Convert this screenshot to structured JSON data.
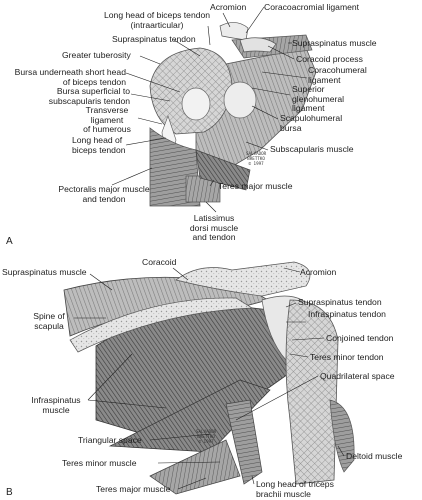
{
  "panel_a": {
    "letter": "A",
    "labels": {
      "acromion": "Acromion",
      "coracoacromial_ligament": "Coracoacromial ligament",
      "long_head_biceps_tendon_intraarticular": "Long head of biceps tendon\n(intraarticular)",
      "supraspinatus_muscle": "Supraspinatus muscle",
      "supraspinatus_tendon": "Supraspinatus tendon",
      "coracoid_process": "Coracoid process",
      "greater_tuberosity": "Greater tuberosity",
      "coracohumeral_ligament": "Coracohumeral\nligament",
      "bursa_underneath_short_head": "Bursa underneath short head\nof biceps tendon",
      "bursa_superficial_subscapularis": "Bursa superficial to\nsubscapularis tendon",
      "superior_glenohumeral_ligament": "Superior\nglenohumeral\nligament",
      "transverse_ligament": "Transverse\nligament\nof humerous",
      "scapulohumeral_bursa": "Scapulohumeral\nbursa",
      "long_head_biceps_tendon": "Long head of\nbiceps tendon",
      "subscapularis_muscle": "Subscapularis muscle",
      "pectoralis_major": "Pectoralis major muscle\nand tendon",
      "teres_major_muscle": "Teres major muscle",
      "latissimus_dorsi": "Latissimus\ndorsi muscle\nand tendon"
    }
  },
  "panel_b": {
    "letter": "B",
    "labels": {
      "coracoid": "Coracoid",
      "supraspinatus_muscle": "Supraspinatus muscle",
      "acromion": "Acromion",
      "supraspinatus_tendon": "Supraspinatus tendon",
      "infraspinatus_tendon": "Infraspinatus tendon",
      "spine_of_scapula": "Spine of\nscapula",
      "conjoined_tendon": "Conjoined tendon",
      "teres_minor_tendon": "Teres minor tendon",
      "quadrilateral_space": "Quadrilateral space",
      "infraspinatus_muscle": "Infraspinatus\nmuscle",
      "triangular_space": "Triangular space",
      "teres_minor_muscle": "Teres minor muscle",
      "deltoid_muscle": "Deltoid muscle",
      "teres_major_muscle": "Teres major muscle",
      "long_head_triceps": "Long head of triceps\nbrachii muscle"
    }
  },
  "signatures": {
    "a": "SALVADOR\nBRETTKO\n© 1997",
    "b": "SALVADOR\nBRETTKO\n© 1997"
  },
  "colors": {
    "ink": "#1e1e1e",
    "muscle_light": "#cfcfcf",
    "muscle_mid": "#9a9a9a",
    "muscle_dark": "#555555",
    "bone": "#eeeeee"
  }
}
